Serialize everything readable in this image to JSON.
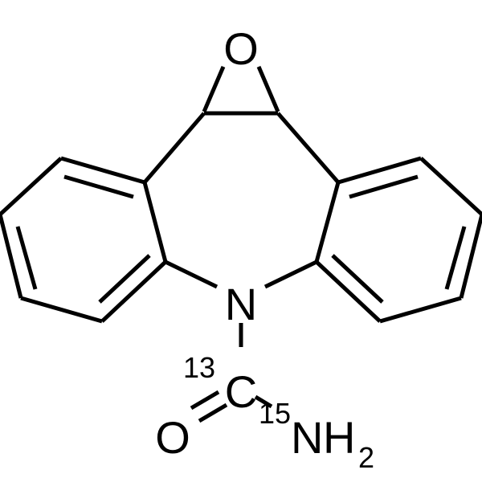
{
  "molecule": {
    "atoms": {
      "epoxide_oxygen": "O",
      "ring_nitrogen": "N",
      "carbonyl_carbon": "C",
      "carbonyl_carbon_isotope": "13",
      "carbonyl_oxygen": "O",
      "amide_nitrogen": "N",
      "amide_nitrogen_isotope": "15",
      "amide_hydrogen": "H",
      "amide_hydrogen_count": "2"
    },
    "line_color": "#000000",
    "background": "#ffffff"
  }
}
